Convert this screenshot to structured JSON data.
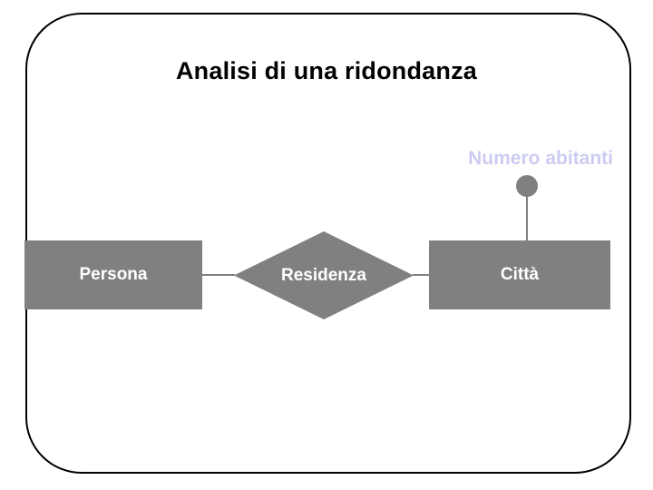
{
  "slide": {
    "title": "Analisi di una ridondanza",
    "background_color": "#ffffff",
    "frame_color": "#000000"
  },
  "diagram": {
    "type": "entity-relationship",
    "shape_fill_color": "#808080",
    "shape_text_color": "#ffffff",
    "attribute_text_color": "#ccccf2",
    "entities": [
      {
        "id": "persona",
        "label": "Persona"
      },
      {
        "id": "citta",
        "label": "Città"
      }
    ],
    "relationships": [
      {
        "id": "residenza",
        "label": "Residenza",
        "from": "persona",
        "to": "citta"
      }
    ],
    "attributes": [
      {
        "id": "numero-abitanti",
        "label": "Numero abitanti",
        "owner": "citta"
      }
    ]
  }
}
